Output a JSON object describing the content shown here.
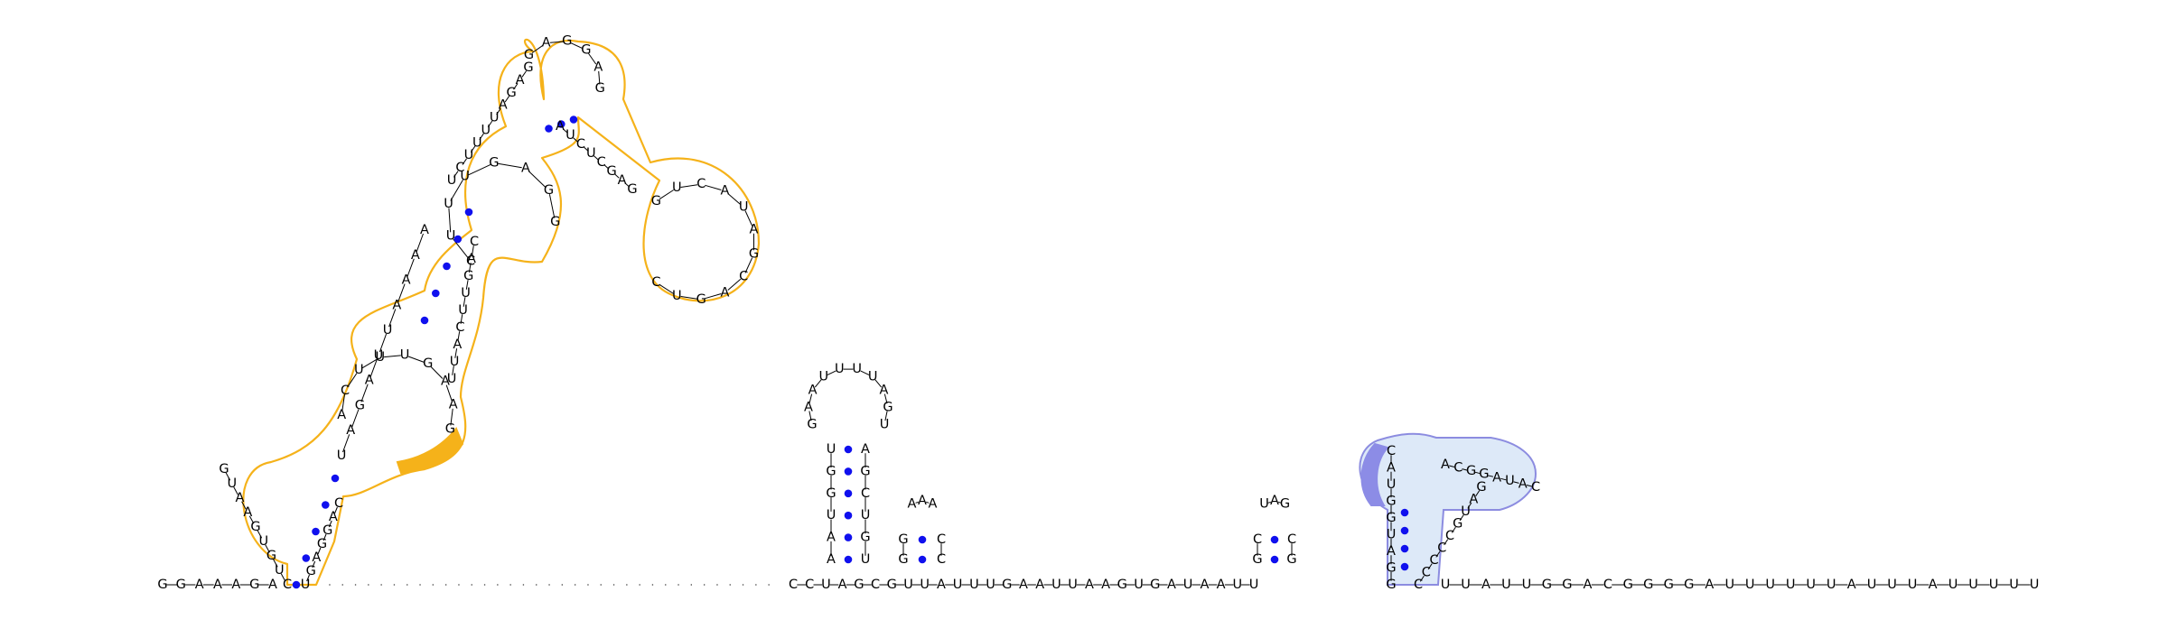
{
  "colors": {
    "background": "#ffffff",
    "nucleotide_text": "#000000",
    "backbone_link": "#000000",
    "base_pair_dot": "#1010ee",
    "orange_outline": "#f5b21a",
    "orange_highlight": "#f5b21a",
    "blue_outline": "#8c8ce0",
    "blue_fill": "#dde9f8",
    "blue_highlight": "#8c8ce6"
  },
  "sequence_5prime": "GGAAAGA",
  "sequence_middle": "CCUAGCGUUAUUUGAAUUAAGUGAUAAUU",
  "sequence_3prime": "UUAUUGGACGGGGAUUUUUUAUUUAUUUUU",
  "domain1": {
    "stem1": {
      "five_prime": "CUGUGAAUG",
      "three_prime": "UGAGGAC"
    },
    "loop1": "ACUUUGAAG",
    "stem2": {
      "five_prime": "UAGAUUAAAA",
      "three_prime": "UUACUUGAC"
    },
    "loop2": "CUUUGAGG",
    "stem3": {
      "five_prime": "UCUUUUAGAG",
      "three_prime": "AUCUCGAG"
    },
    "loop3": "GAGGAG",
    "apical_loop": "GUCAUAGCAGUC"
  },
  "hairpin_a": {
    "stem5": "AAUGGU",
    "stem3": "UGUCGA",
    "loop": "GAAUUUUAGU"
  },
  "hairpin_b": {
    "stem5": "GG",
    "stem3": "CC",
    "loop": "AAA"
  },
  "hairpin_c": {
    "stem5": "GC",
    "stem3": "GC",
    "loop": "UAG"
  },
  "domain2": {
    "stem5": "GGAUGGUAC",
    "stem3": "CCCCCGUAG",
    "hairpin_loop": "ACGGAUAC"
  }
}
